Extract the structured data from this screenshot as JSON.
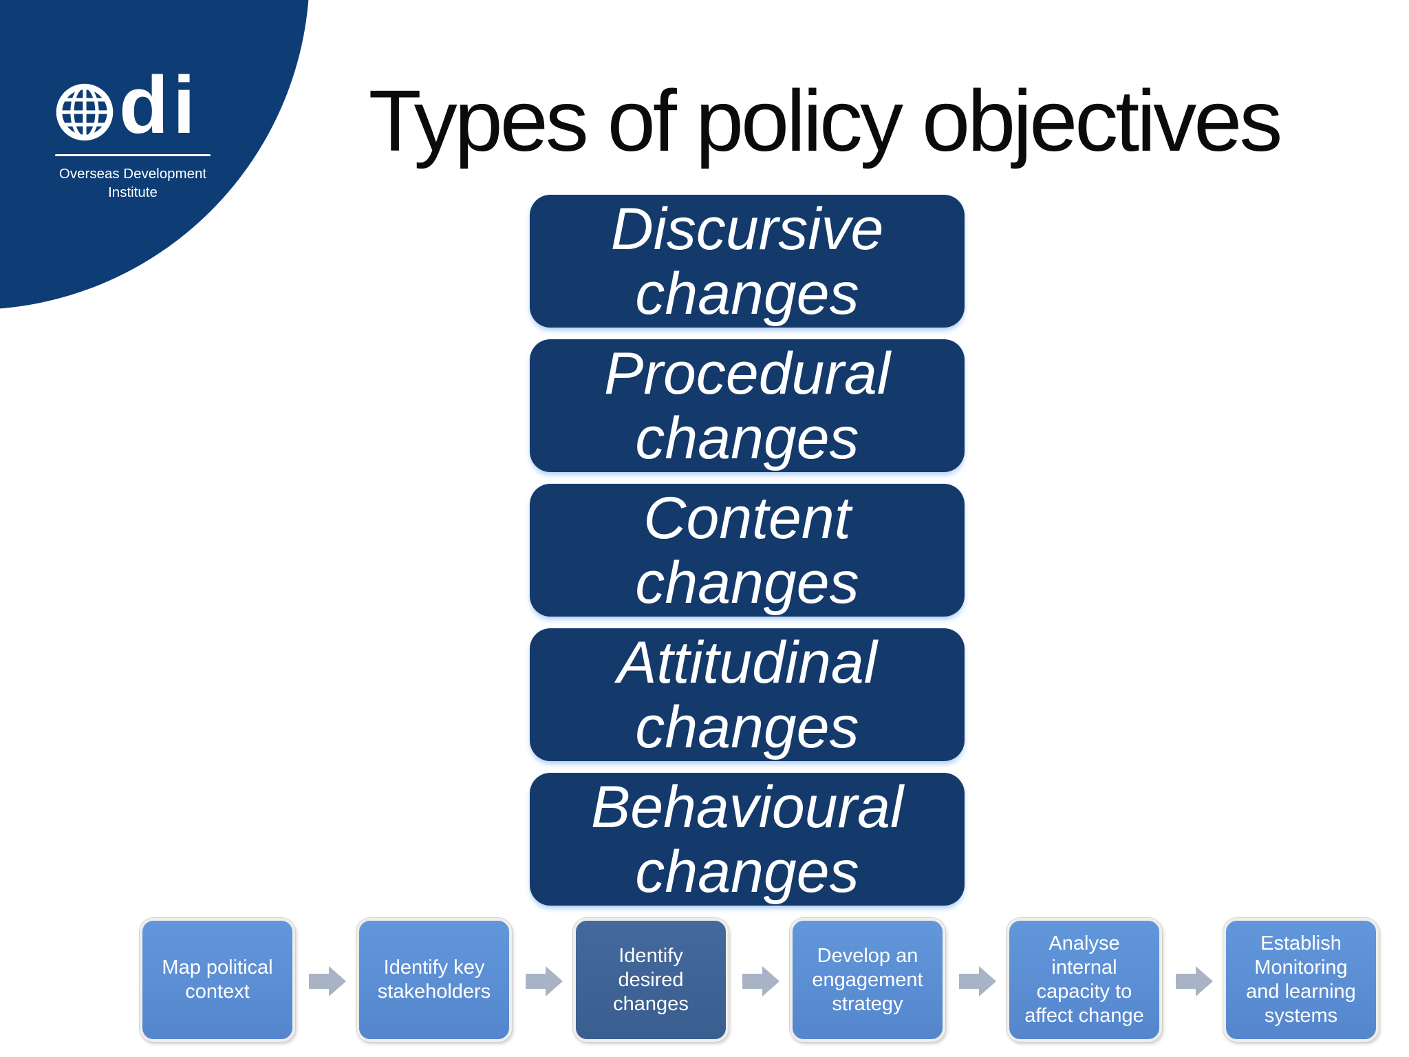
{
  "slide": {
    "title": "Types of policy objectives",
    "background_color": "#ffffff",
    "title_color": "#0b0b0b"
  },
  "logo": {
    "brand_suffix": "di",
    "globe_icon": "globe-grid",
    "org_name": "Overseas Development\nInstitute",
    "circle_color": "#0e3d75",
    "text_color": "#ffffff"
  },
  "objectives": {
    "box_color": "#143a6c",
    "text_color": "#ffffff",
    "items": [
      {
        "label": "Discursive\nchanges"
      },
      {
        "label": "Procedural\nchanges"
      },
      {
        "label": "Content\nchanges"
      },
      {
        "label": "Attitudinal\nchanges"
      },
      {
        "label": "Behavioural\nchanges"
      }
    ]
  },
  "process": {
    "step_color": "#5b8fd3",
    "highlight_color": "#3f6497",
    "arrow_color": "#a9b3c6",
    "text_color": "#ffffff",
    "steps": [
      {
        "label": "Map political\ncontext",
        "highlighted": false
      },
      {
        "label": "Identify key\nstakeholders",
        "highlighted": false
      },
      {
        "label": "Identify\ndesired\nchanges",
        "highlighted": true
      },
      {
        "label": "Develop an\nengagement\nstrategy",
        "highlighted": false
      },
      {
        "label": "Analyse\ninternal\ncapacity to\naffect change",
        "highlighted": false
      },
      {
        "label": "Establish\nMonitoring\nand learning\nsystems",
        "highlighted": false
      }
    ]
  }
}
